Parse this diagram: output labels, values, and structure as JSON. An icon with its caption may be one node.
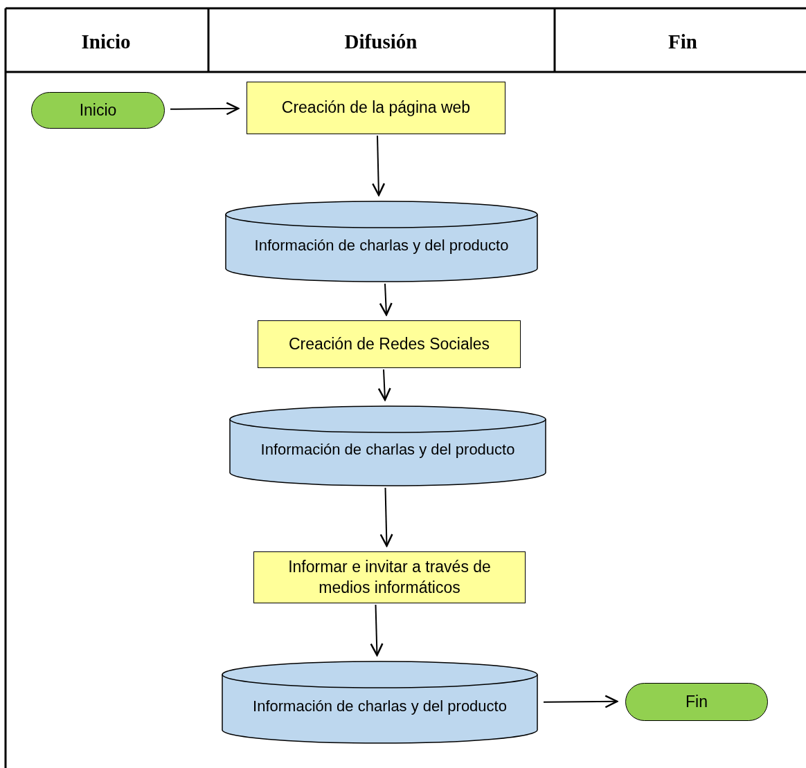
{
  "diagram": {
    "nodes": [
      {
        "text": [
          "Inicio"
        ]
      },
      {
        "text": [
          "Creación de la página web"
        ]
      },
      {
        "text": [
          "Información de charlas y del producto"
        ]
      },
      {
        "text": [
          "Creación de Redes Sociales"
        ]
      },
      {
        "text": [
          "Información de charlas y del producto"
        ]
      },
      {
        "text": [
          "Informar e invitar a través de medios informáticos"
        ]
      },
      {
        "text": [
          "Información de charlas y del producto"
        ]
      },
      {
        "text": [
          "Fin"
        ]
      }
    ],
    "edges": [
      {
        "from": 0,
        "to": 1,
        "arrow": "to"
      },
      {
        "from": 1,
        "to": 2,
        "arrow": "to"
      },
      {
        "from": 2,
        "to": 3,
        "arrow": "to"
      },
      {
        "from": 3,
        "to": 4,
        "arrow": "to"
      },
      {
        "from": 4,
        "to": 5,
        "arrow": "to"
      },
      {
        "from": 5,
        "to": 6,
        "arrow": "to"
      },
      {
        "from": 6,
        "to": 7,
        "arrow": "to"
      }
    ],
    "labels": [
      "Inicio",
      "Difusión",
      "Fin"
    ]
  }
}
